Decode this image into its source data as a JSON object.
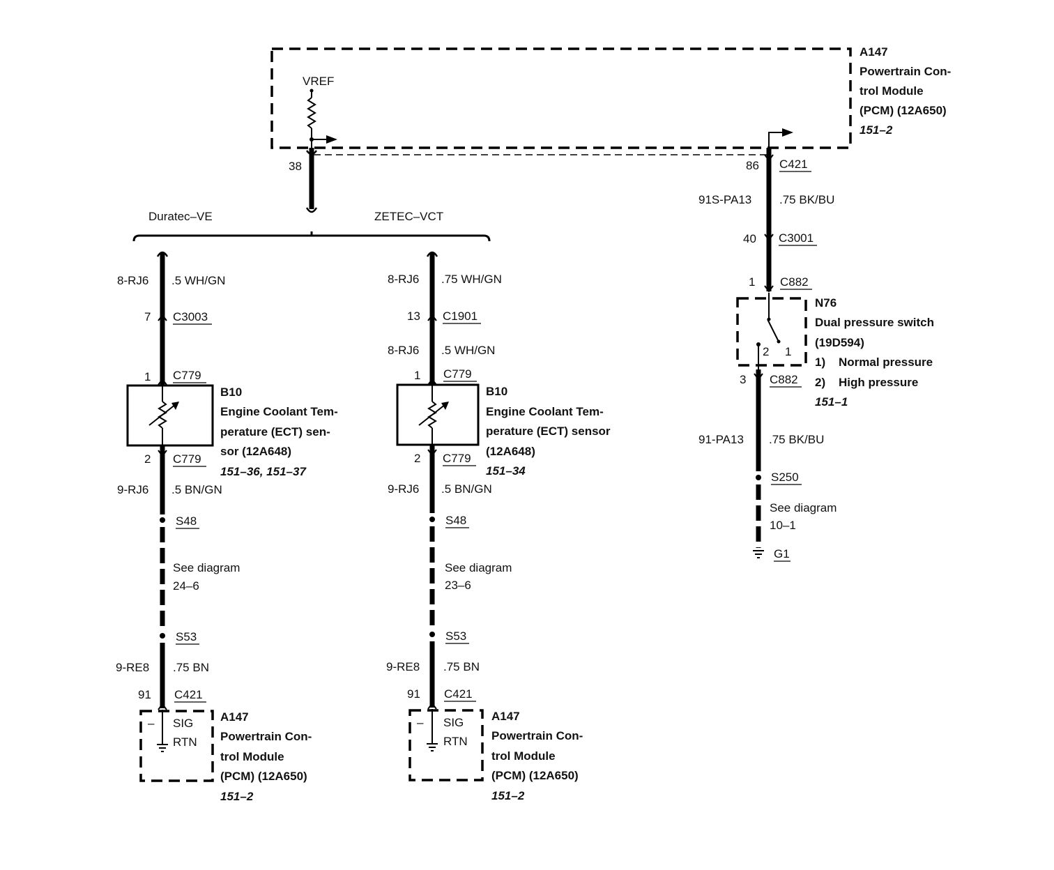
{
  "pcm_top": {
    "id": "A147",
    "name_l1": "Powertrain Con-",
    "name_l2": "trol Module",
    "name_l3": "(PCM) (12A650)",
    "ref": "151–2",
    "vref": "VREF"
  },
  "pin38": "38",
  "branch": {
    "left": "Duratec–VE",
    "right": "ZETEC–VCT"
  },
  "left": {
    "w1_circ": "8-RJ6",
    "w1_spec": ".5 WH/GN",
    "c1_pin": "7",
    "c1": "C3003",
    "s_pin1": "1",
    "s_conn1": "C779",
    "sensor": {
      "id": "B10",
      "l1": "Engine Coolant Tem-",
      "l2": "perature (ECT) sen-",
      "l3": "sor (12A648)",
      "ref": "151–36, 151–37"
    },
    "s_pin2": "2",
    "s_conn2": "C779",
    "w2_circ": "9-RJ6",
    "w2_spec": ".5 BN/GN",
    "splice1": "S48",
    "see1": "See diagram",
    "see2": "24–6",
    "splice2": "S53",
    "w3_circ": "9-RE8",
    "w3_spec": ".75 BN",
    "pcm_pin": "91",
    "pcm_conn": "C421",
    "minus": "–",
    "sig": "SIG",
    "rtn": "RTN",
    "pcm": {
      "id": "A147",
      "l1": "Powertrain Con-",
      "l2": "trol Module",
      "l3": "(PCM) (12A650)",
      "ref": "151–2"
    }
  },
  "right": {
    "w1_circ": "8-RJ6",
    "w1_spec": ".75 WH/GN",
    "c1_pin": "13",
    "c1": "C1901",
    "w1b_circ": "8-RJ6",
    "w1b_spec": ".5 WH/GN",
    "s_pin1": "1",
    "s_conn1": "C779",
    "sensor": {
      "id": "B10",
      "l1": "Engine Coolant Tem-",
      "l2": "perature (ECT) sensor",
      "l3": "(12A648)",
      "ref": "151–34"
    },
    "s_pin2": "2",
    "s_conn2": "C779",
    "w2_circ": "9-RJ6",
    "w2_spec": ".5 BN/GN",
    "splice1": "S48",
    "see1": "See diagram",
    "see2": "23–6",
    "splice2": "S53",
    "w3_circ": "9-RE8",
    "w3_spec": ".75 BN",
    "pcm_pin": "91",
    "pcm_conn": "C421",
    "minus": "–",
    "sig": "SIG",
    "rtn": "RTN",
    "pcm": {
      "id": "A147",
      "l1": "Powertrain Con-",
      "l2": "trol Module",
      "l3": "(PCM) (12A650)",
      "ref": "151–2"
    }
  },
  "far": {
    "pin86": "86",
    "c421": "C421",
    "w1_circ": "91S-PA13",
    "w1_spec": ".75 BK/BU",
    "pin40": "40",
    "c3001": "C3001",
    "pin1": "1",
    "c882a": "C882",
    "sw_pin2": "2",
    "sw_pin1": "1",
    "sw": {
      "id": "N76",
      "l1": "Dual pressure switch",
      "l2": "(19D594)",
      "o1n": "1)",
      "o1": "Normal pressure",
      "o2n": "2)",
      "o2": "High pressure",
      "ref": "151–1"
    },
    "pin3": "3",
    "c882b": "C882",
    "w2_circ": "91-PA13",
    "w2_spec": ".75 BK/BU",
    "s250": "S250",
    "see1": "See diagram",
    "see2": "10–1",
    "g1": "G1"
  }
}
